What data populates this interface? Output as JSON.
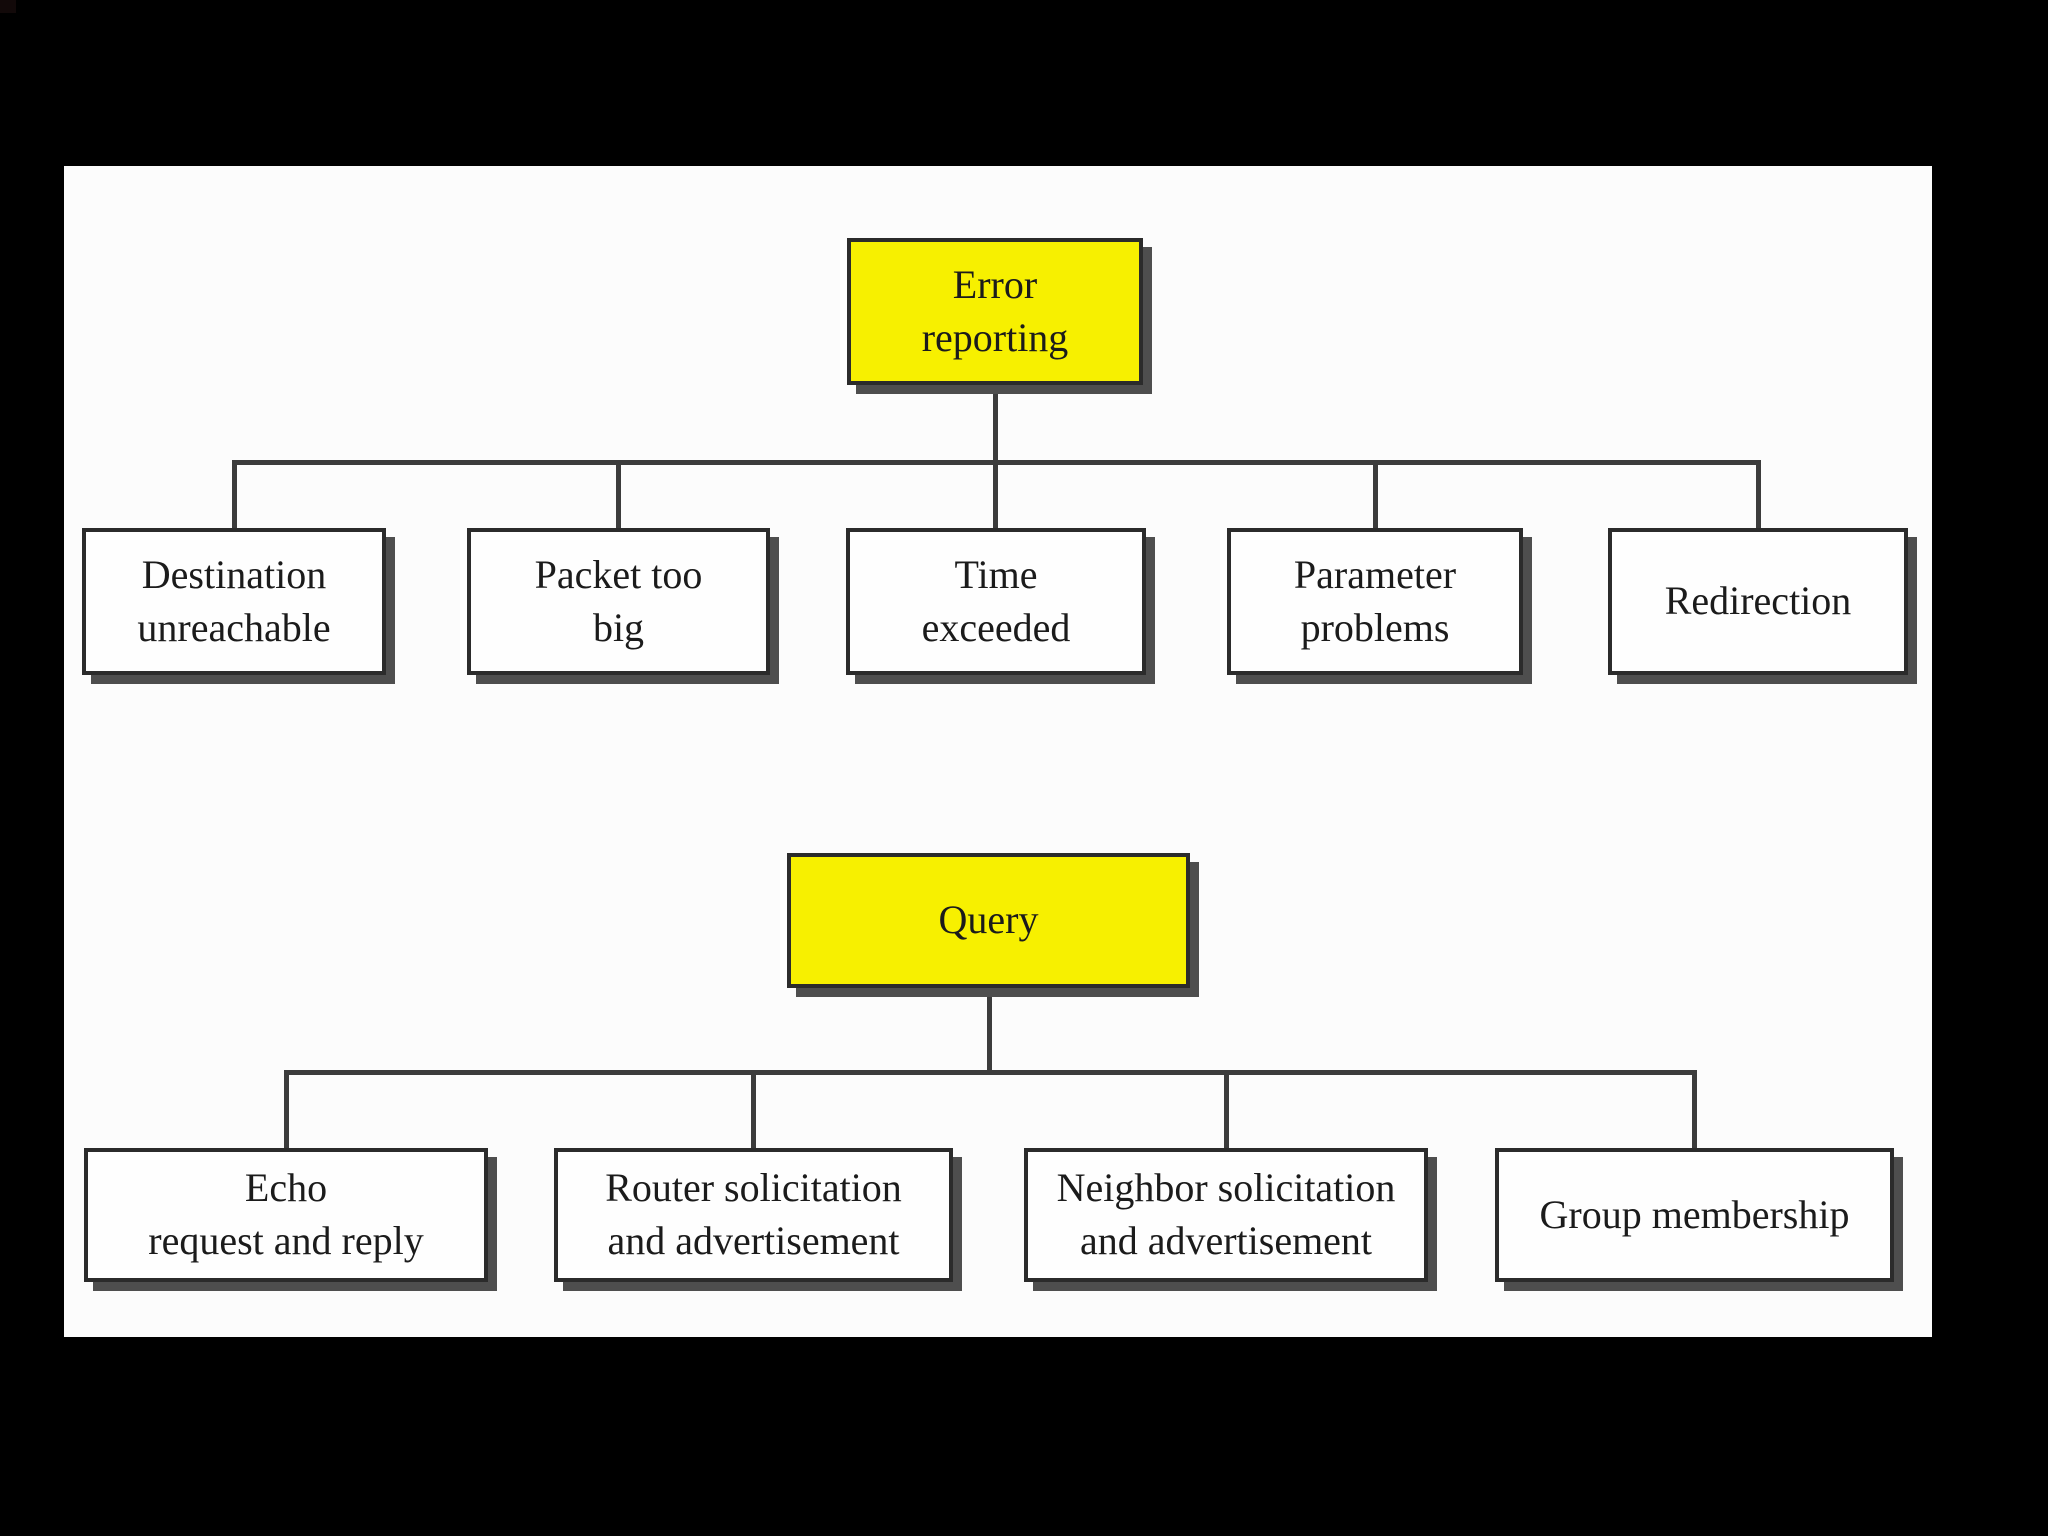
{
  "window": {
    "background": "#000000"
  },
  "diagram": {
    "colors": {
      "canvas": "#fcfcfc",
      "node_fill": "#fefefe",
      "node_yellow": "#f7f000",
      "border": "#2b2b2b",
      "shadow": "#4e4e4e",
      "line": "#3c3c3c",
      "text": "#1b1b1b"
    },
    "trees": [
      {
        "root": {
          "label": "Error reporting",
          "lines": [
            "Error",
            "reporting"
          ]
        },
        "children": [
          {
            "label": "Destination unreachable",
            "lines": [
              "Destination",
              "unreachable"
            ]
          },
          {
            "label": "Packet too big",
            "lines": [
              "Packet too",
              "big"
            ]
          },
          {
            "label": "Time exceeded",
            "lines": [
              "Time",
              "exceeded"
            ]
          },
          {
            "label": "Parameter problems",
            "lines": [
              "Parameter",
              "problems"
            ]
          },
          {
            "label": "Redirection",
            "lines": [
              "Redirection"
            ]
          }
        ]
      },
      {
        "root": {
          "label": "Query",
          "lines": [
            "Query"
          ]
        },
        "children": [
          {
            "label": "Echo request and reply",
            "lines": [
              "Echo",
              "request and reply"
            ]
          },
          {
            "label": "Router solicitation and advertisement",
            "lines": [
              "Router solicitation",
              "and advertisement"
            ]
          },
          {
            "label": "Neighbor solicitation and advertisement",
            "lines": [
              "Neighbor solicitation",
              "and advertisement"
            ]
          },
          {
            "label": "Group membership",
            "lines": [
              "Group membership"
            ]
          }
        ]
      }
    ]
  }
}
